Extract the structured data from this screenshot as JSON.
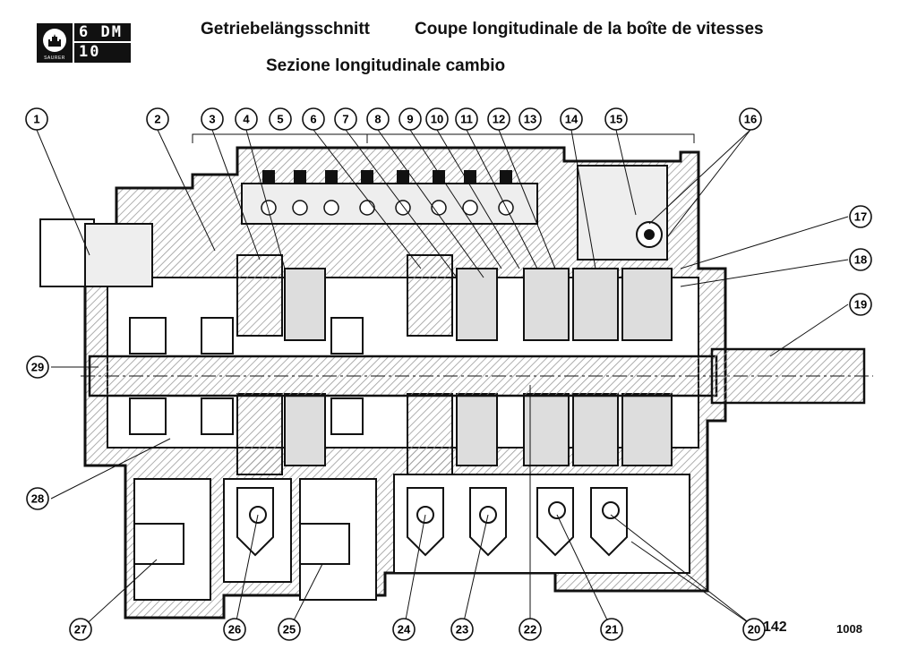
{
  "logo": {
    "brand": "SAURER",
    "model_1": "6 DM",
    "model_2": "10 DM"
  },
  "titles": {
    "german": "Getriebelängsschnitt",
    "french": "Coupe longitudinale de la boîte de vitesses",
    "italian": "Sezione longitudinale cambio"
  },
  "page_number": "142",
  "code": "1008",
  "callouts_top": [
    "1",
    "2",
    "3",
    "4",
    "5",
    "6",
    "7",
    "8",
    "9",
    "10",
    "11",
    "12",
    "13",
    "14",
    "15",
    "16"
  ],
  "callouts_right": [
    "17",
    "18",
    "19"
  ],
  "callouts_left": [
    "29",
    "28"
  ],
  "callouts_bottom": [
    "27",
    "26",
    "25",
    "24",
    "23",
    "22",
    "21",
    "20"
  ],
  "colors": {
    "ink": "#111111",
    "paper": "#ffffff",
    "hatch": "#9a9a9a"
  }
}
